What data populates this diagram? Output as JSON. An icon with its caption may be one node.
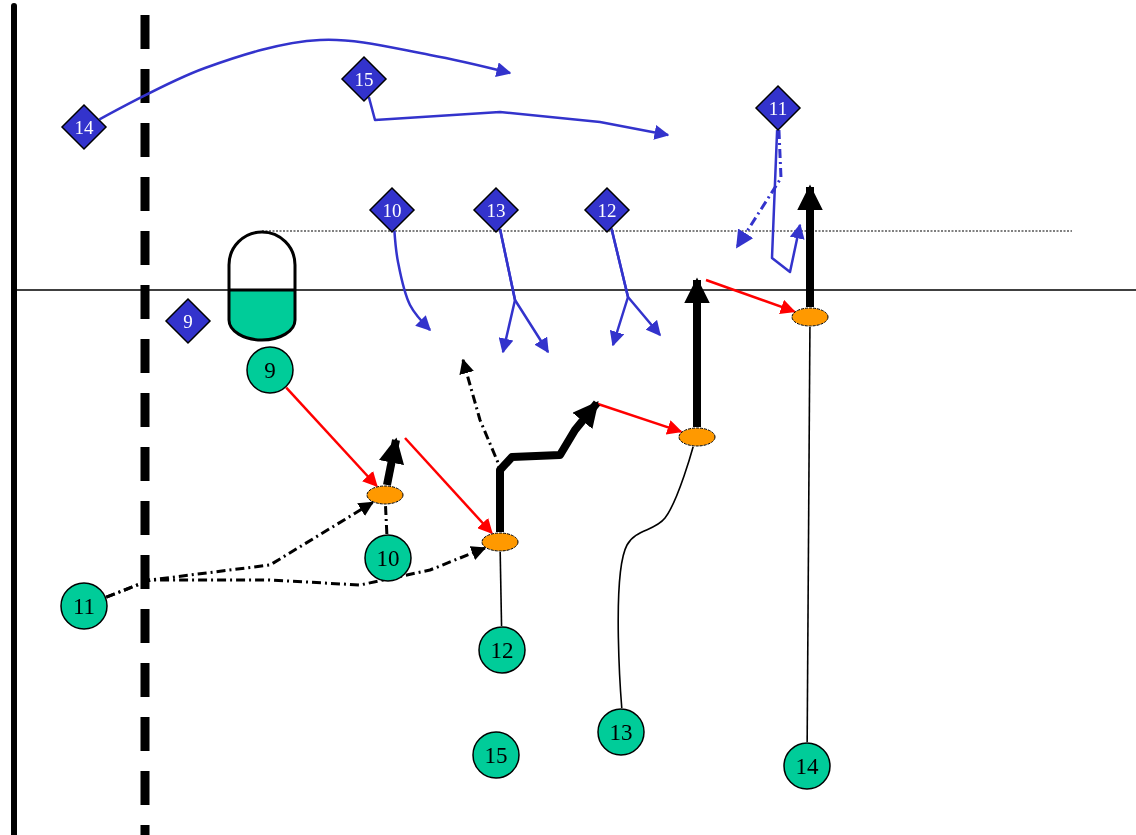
{
  "diagram": {
    "nodes": [
      {
        "text": [
          "15"
        ]
      },
      {
        "text": [
          "11"
        ]
      },
      {
        "text": [
          "14"
        ]
      },
      {
        "text": [
          "10"
        ]
      },
      {
        "text": [
          "13"
        ]
      },
      {
        "text": [
          "12"
        ]
      },
      {
        "text": [],
        "shape": "ellipse"
      },
      {
        "text": [
          "9"
        ]
      },
      {
        "text": [
          "9"
        ]
      },
      {
        "text": [],
        "shape": "ellipse"
      },
      {
        "text": [],
        "shape": "ellipse"
      },
      {
        "text": [],
        "shape": "ellipse"
      },
      {
        "text": [
          "10"
        ]
      },
      {
        "text": [
          "11"
        ]
      },
      {
        "text": [
          "12"
        ]
      },
      {
        "text": [
          "13"
        ]
      },
      {
        "text": [
          "15"
        ]
      },
      {
        "text": [
          "14"
        ]
      }
    ],
    "edges": [
      {
        "from": 2,
        "to": null,
        "arrow": "to",
        "color": "#3333cc"
      },
      {
        "from": 0,
        "to": null,
        "arrow": "to",
        "color": "#3333cc"
      },
      {
        "from": 3,
        "to": null,
        "arrow": "to",
        "color": "#3333cc"
      },
      {
        "from": 4,
        "to": null,
        "arrow": "to",
        "color": "#3333cc"
      },
      {
        "from": 4,
        "to": null,
        "arrow": "to",
        "color": "#3333cc"
      },
      {
        "from": 5,
        "to": null,
        "arrow": "to",
        "color": "#3333cc"
      },
      {
        "from": 5,
        "to": null,
        "arrow": "to",
        "color": "#3333cc"
      },
      {
        "from": 1,
        "to": null,
        "arrow": "to",
        "color": "#3333cc"
      },
      {
        "from": 1,
        "to": null,
        "arrow": "to",
        "style": "dashed",
        "color": "#3333cc"
      },
      {
        "from": 8,
        "to": 10,
        "arrow": "to",
        "color": "#ff0000"
      },
      {
        "from": null,
        "to": 11,
        "arrow": "to",
        "color": "#ff0000"
      },
      {
        "from": null,
        "to": 9,
        "arrow": "to",
        "color": "#ff0000"
      },
      {
        "from": null,
        "to": 6,
        "arrow": "to",
        "color": "#ff0000"
      },
      {
        "from": 10,
        "to": null,
        "arrow": "to",
        "style": "thick"
      },
      {
        "from": 11,
        "to": null,
        "arrow": "to",
        "style": "thick"
      },
      {
        "from": 11,
        "to": null,
        "arrow": "to",
        "style": "dashed"
      },
      {
        "from": 9,
        "to": null,
        "arrow": "to",
        "style": "thick"
      },
      {
        "from": 6,
        "to": null,
        "arrow": "to",
        "style": "thick"
      },
      {
        "from": 12,
        "to": 10,
        "arrow": "none",
        "style": "dashed"
      },
      {
        "from": 13,
        "to": 10,
        "arrow": "to",
        "style": "dashed"
      },
      {
        "from": 13,
        "to": 11,
        "arrow": "to",
        "style": "dashed"
      },
      {
        "from": 14,
        "to": 11,
        "arrow": "none"
      },
      {
        "from": 15,
        "to": 9,
        "arrow": "none"
      },
      {
        "from": 17,
        "to": 6,
        "arrow": "none"
      }
    ]
  }
}
